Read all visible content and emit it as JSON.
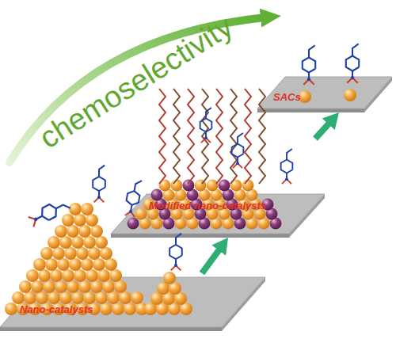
{
  "diagram": {
    "nodes": [
      {
        "text": [
          "Nano-catalysts"
        ]
      },
      {
        "text": [
          "Modified nano-catalysts"
        ]
      },
      {
        "text": [
          "SACs"
        ]
      }
    ],
    "edges": [
      {
        "from": 0,
        "to": 1,
        "arrow": "to"
      },
      {
        "from": 1,
        "to": 2,
        "arrow": "to"
      }
    ],
    "labels": [
      "chemoselectivity"
    ]
  }
}
